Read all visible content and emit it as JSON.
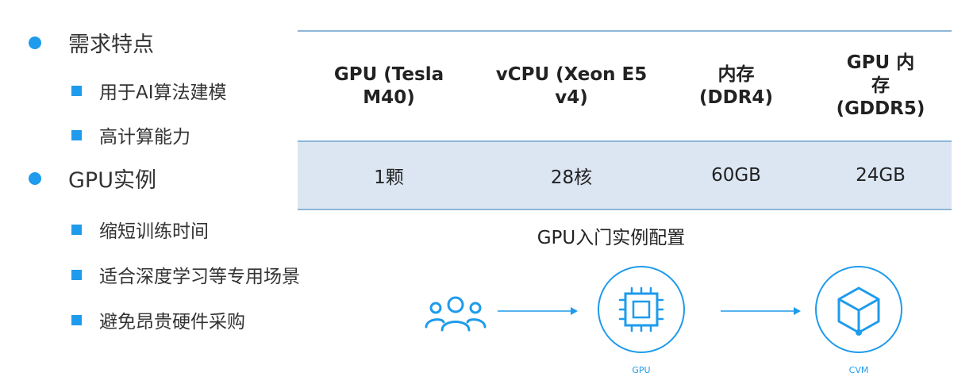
{
  "bullets": [
    {
      "text": "需求特点",
      "level": 1
    },
    {
      "text": "用于AI算法建模",
      "level": 2
    },
    {
      "text": "高计算能力",
      "level": 2
    },
    {
      "text": "GPU实例",
      "level": 1
    },
    {
      "text": "缩短训练时间",
      "level": 2
    },
    {
      "text": "适合深度学习等专用场景",
      "level": 2
    },
    {
      "text": "避免昂贵硬件采购",
      "level": 2
    }
  ],
  "table": {
    "headers": [
      [
        "GPU (Tesla",
        "M40)"
      ],
      [
        "vCPU (Xeon E5",
        "v4)"
      ],
      [
        "内存",
        "(DDR4)"
      ],
      [
        "GPU 内",
        "存",
        "(GDDR5)"
      ]
    ],
    "row": [
      "1颗",
      "28核",
      "60GB",
      "24GB"
    ]
  },
  "diagram": {
    "title": "GPU入门实例配置",
    "nodes": [
      "GPU",
      "CVM"
    ],
    "icons": [
      "users-icon",
      "chip-icon",
      "cube-icon"
    ]
  },
  "colors": {
    "accent": "#1e9bec",
    "table_row": "#dbe6f2",
    "table_line": "#8eb6d8"
  }
}
